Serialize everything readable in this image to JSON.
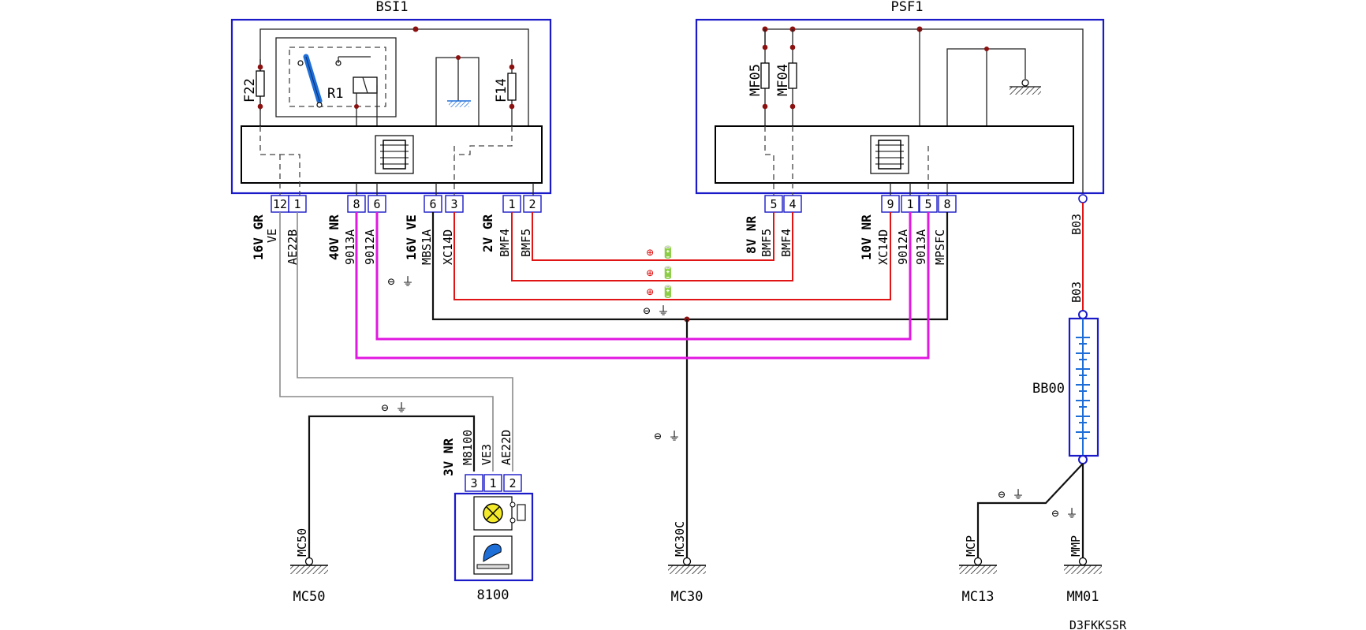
{
  "colors": {
    "module_border": "#1a1ac8",
    "wire_red": "#e01414",
    "wire_magenta": "#e018e0",
    "wire_black": "#111111",
    "wire_grey": "#8a8a8a",
    "battery_cells": "#1e6ed8",
    "node": "#8b1010"
  },
  "components": {
    "bsi1": {
      "label": "BSI1",
      "relay_label": "R1",
      "fuse_left": "F22",
      "fuse_right": "F14"
    },
    "psf1": {
      "label": "PSF1",
      "fuse_1": "MF05",
      "fuse_2": "MF04"
    },
    "battery": {
      "label": "BB00",
      "wire_top": "B03",
      "wire_bottom": "B03"
    },
    "lamp_unit": {
      "label": "8100"
    }
  },
  "bsi1_connectors": [
    {
      "group": "16V GR",
      "pins": [
        "12",
        "1"
      ],
      "wires": [
        "VE",
        "AE22B"
      ]
    },
    {
      "group": "40V NR",
      "pins": [
        "8",
        "6"
      ],
      "wires": [
        "9013A",
        "9012A"
      ]
    },
    {
      "group": "16V VE",
      "pins": [
        "6",
        "3"
      ],
      "wires": [
        "MBS1A",
        "XC14D"
      ]
    },
    {
      "group": "2V GR",
      "pins": [
        "1",
        "2"
      ],
      "wires": [
        "BMF4",
        "BMF5"
      ]
    }
  ],
  "psf1_connectors": [
    {
      "group": "8V NR",
      "pins": [
        "5",
        "4"
      ],
      "wires": [
        "BMF5",
        "BMF4"
      ]
    },
    {
      "group": "10V NR",
      "pins": [
        "9",
        "1",
        "5",
        "8"
      ],
      "wires": [
        "XC14D",
        "9012A",
        "9013A",
        "MPSFC"
      ]
    }
  ],
  "lamp_connector": {
    "group": "3V NR",
    "pins": [
      "3",
      "1",
      "2"
    ],
    "wires": [
      "M8100",
      "VE3",
      "AE22D"
    ]
  },
  "symbols": {
    "minus_ground": "⊖ ⏚",
    "plus_battery": "⊕ 🔋"
  },
  "grounds": [
    {
      "wire": "MC50",
      "label": "MC50"
    },
    {
      "wire": "MC30C",
      "label": "MC30"
    },
    {
      "wire": "MCP",
      "label": "MC13"
    },
    {
      "wire": "MMP",
      "label": "MM01"
    }
  ],
  "reference": "D3FKKSSR"
}
